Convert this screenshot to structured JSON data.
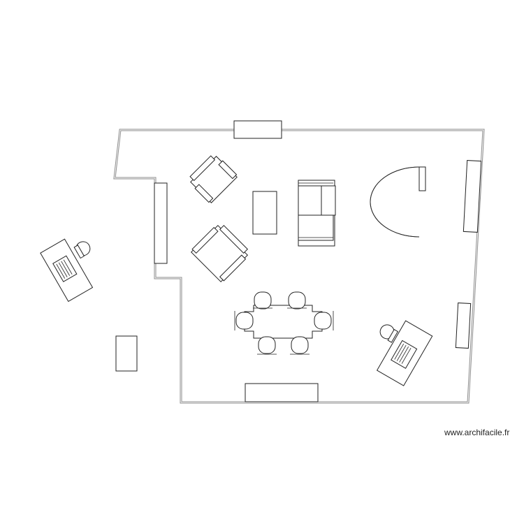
{
  "plan": {
    "watermark": "www.archifacile.fr",
    "colors": {
      "wall": "#8c8c8c",
      "line": "#222222",
      "background": "#ffffff"
    },
    "furniture": [
      "window",
      "window",
      "window",
      "window",
      "window",
      "armchair",
      "armchair",
      "coffee-table",
      "sofa",
      "round-table",
      "dining-table",
      "dining-chair",
      "desk-with-chair",
      "desk-with-chair",
      "cabinet"
    ]
  }
}
